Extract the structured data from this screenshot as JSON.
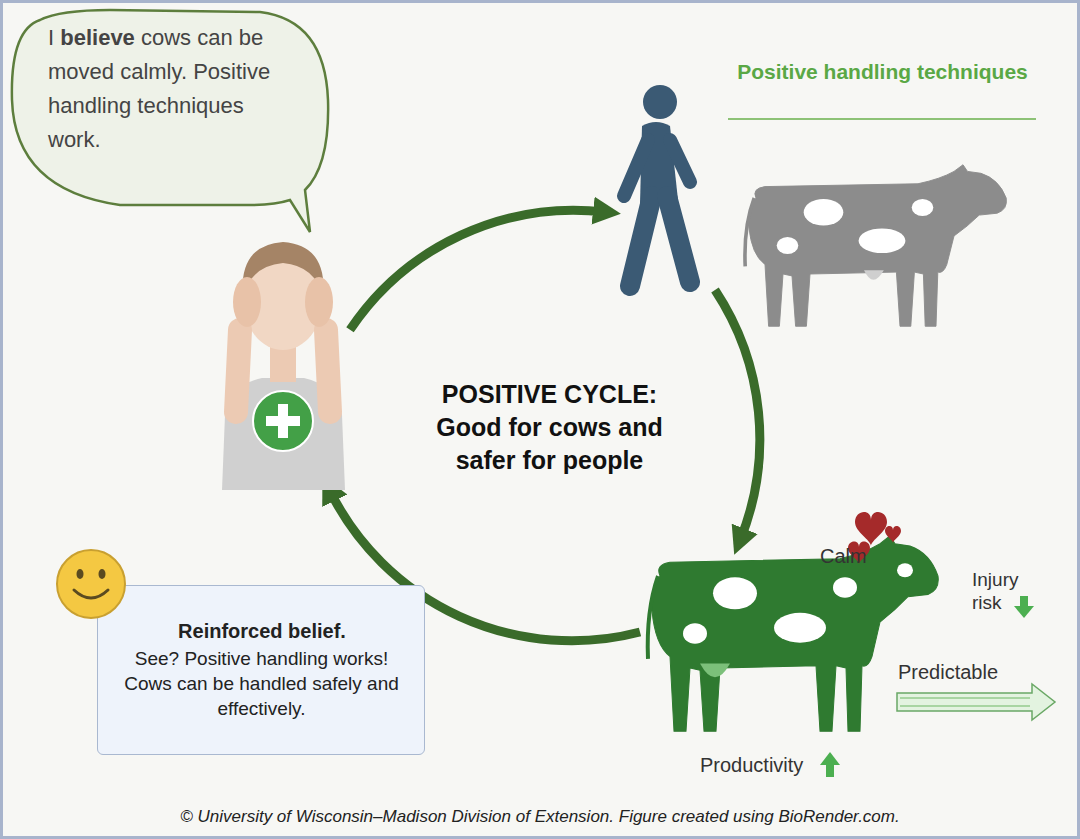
{
  "diagram": {
    "title": "POSITIVE CYCLE: Good for cows and safer for people",
    "caption": "© University of Wisconsin–Madison Division of Extension. Figure created using BioRender.com.",
    "nodes": [
      {
        "text": [
          "I believe cows can be moved calmly. Positive handling techniques work."
        ]
      },
      {
        "text": [
          "Positive handling techniques"
        ]
      },
      {
        "text": [
          "Calm",
          "Injury risk",
          "Predictable",
          "Productivity"
        ]
      },
      {
        "text": [
          "Reinforced belief.",
          "See? Positive handling works! Cows can be handled safely and effectively."
        ]
      }
    ],
    "edges": [
      {
        "from": 0,
        "to": 1,
        "arrow": "to"
      },
      {
        "from": 1,
        "to": 2,
        "arrow": "to"
      },
      {
        "from": 2,
        "to": 0,
        "arrow": "to"
      }
    ]
  }
}
